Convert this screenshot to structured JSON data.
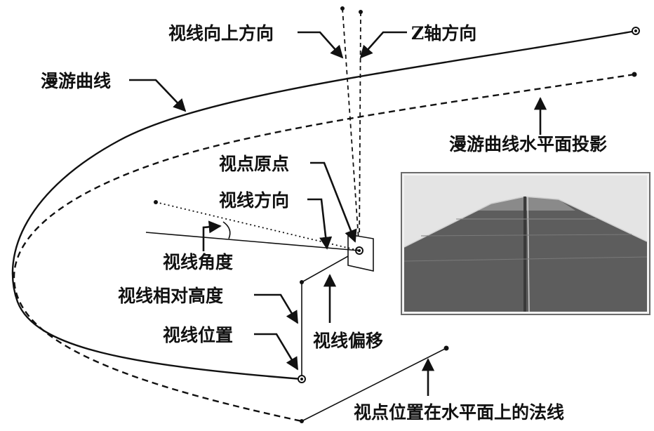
{
  "labels": {
    "view_up": "视线向上方向",
    "z_axis": "Z轴方向",
    "tour_curve": "漫游曲线",
    "tour_curve_projection": "漫游曲线水平面投影",
    "view_origin": "视点原点",
    "view_direction": "视线方向",
    "view_angle": "视线角度",
    "view_relative_height": "视线相对高度",
    "view_position": "视线位置",
    "view_offset": "视线偏移",
    "normal_on_plane": "视点位置在水平面上的法线"
  },
  "inset": {
    "description_icon": "road-render-view"
  },
  "colors": {
    "ink": "#111111",
    "inset_frame": "#6b6b6b",
    "inset_sky": "#e4e4e4",
    "road_surface": "#5d5d5d"
  }
}
